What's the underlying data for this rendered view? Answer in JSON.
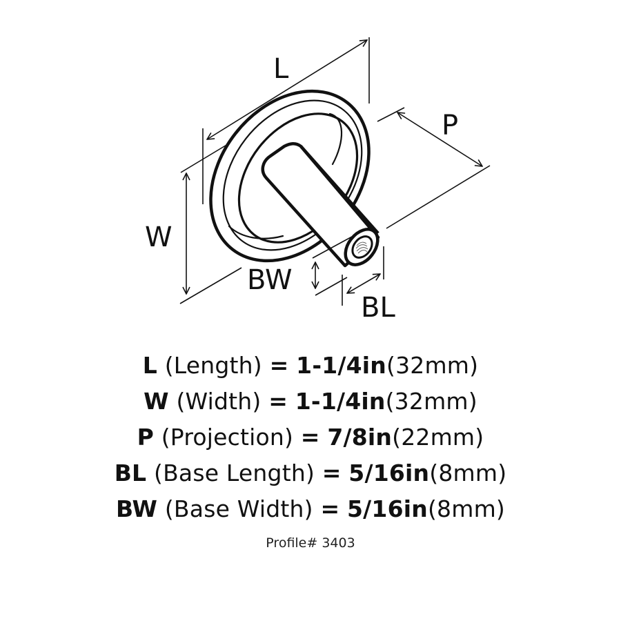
{
  "diagram": {
    "subject": "knob-with-round-backplate",
    "labels": {
      "L": "L",
      "W": "W",
      "P": "P",
      "BW": "BW",
      "BL": "BL"
    }
  },
  "specs": [
    {
      "code": "L",
      "name": "(Length)",
      "eq": "=",
      "inches": "1-1/4in",
      "mm": "(32mm)"
    },
    {
      "code": "W",
      "name": "(Width)",
      "eq": "=",
      "inches": "1-1/4in",
      "mm": "(32mm)"
    },
    {
      "code": "P",
      "name": "(Projection)",
      "eq": "=",
      "inches": "7/8in",
      "mm": "(22mm)"
    },
    {
      "code": "BL",
      "name": "(Base Length)",
      "eq": "=",
      "inches": "5/16in",
      "mm": "(8mm)"
    },
    {
      "code": "BW",
      "name": "(Base Width)",
      "eq": "=",
      "inches": "5/16in",
      "mm": "(8mm)"
    }
  ],
  "profile": "Profile# 3403",
  "colors": {
    "ink": "#111111",
    "background": "#ffffff"
  }
}
